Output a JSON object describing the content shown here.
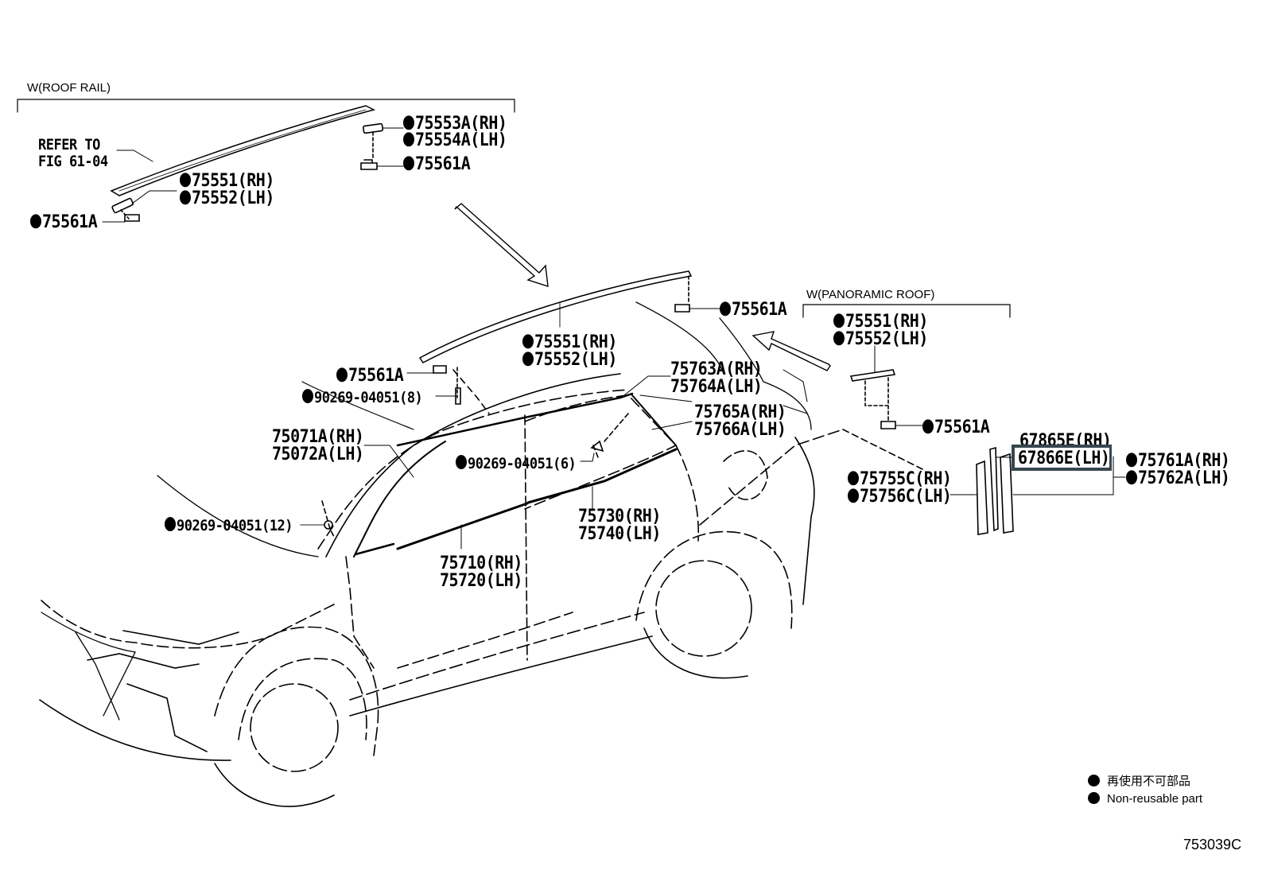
{
  "sections": {
    "roof_rail": "W(ROOF RAIL)",
    "panoramic_roof": "W(PANORAMIC ROOF)"
  },
  "refer_note": [
    "REFER TO",
    "FIG 61-04"
  ],
  "callouts": {
    "roof_rail_75553A": {
      "text": "75553A(RH)",
      "nonreusable": true
    },
    "roof_rail_75554A": {
      "text": "75554A(LH)",
      "nonreusable": true
    },
    "roof_rail_75561A_rear": {
      "text": "75561A",
      "nonreusable": true
    },
    "roof_rail_75551": {
      "text": "75551(RH)",
      "nonreusable": true
    },
    "roof_rail_75552": {
      "text": "75552(LH)",
      "nonreusable": true
    },
    "roof_rail_75561A_front": {
      "text": "75561A",
      "nonreusable": true
    },
    "main_75561A_rear": {
      "text": "75561A",
      "nonreusable": true
    },
    "main_75551": {
      "text": "75551(RH)",
      "nonreusable": true
    },
    "main_75552": {
      "text": "75552(LH)",
      "nonreusable": true
    },
    "main_75561A_front": {
      "text": "75561A",
      "nonreusable": true
    },
    "clip_8": {
      "text": "90269-04051(8)",
      "nonreusable": true
    },
    "clip_6": {
      "text": "90269-04051(6)",
      "nonreusable": true
    },
    "clip_12": {
      "text": "90269-04051(12)",
      "nonreusable": true
    },
    "p75763A": {
      "text": "75763A(RH)",
      "nonreusable": false
    },
    "p75764A": {
      "text": "75764A(LH)",
      "nonreusable": false
    },
    "p75765A": {
      "text": "75765A(RH)",
      "nonreusable": false
    },
    "p75766A": {
      "text": "75766A(LH)",
      "nonreusable": false
    },
    "p75071A": {
      "text": "75071A(RH)",
      "nonreusable": false
    },
    "p75072A": {
      "text": "75072A(LH)",
      "nonreusable": false
    },
    "p75730": {
      "text": "75730(RH)",
      "nonreusable": false
    },
    "p75740": {
      "text": "75740(LH)",
      "nonreusable": false
    },
    "p75710": {
      "text": "75710(RH)",
      "nonreusable": false
    },
    "p75720": {
      "text": "75720(LH)",
      "nonreusable": false
    },
    "pano_75551": {
      "text": "75551(RH)",
      "nonreusable": true
    },
    "pano_75552": {
      "text": "75552(LH)",
      "nonreusable": true
    },
    "pano_75561A": {
      "text": "75561A",
      "nonreusable": true
    },
    "p67865E": {
      "text": "67865E(RH)",
      "nonreusable": false
    },
    "p67866E": {
      "text": "67866E(LH)",
      "nonreusable": false,
      "highlighted": true
    },
    "p75755C": {
      "text": "75755C(RH)",
      "nonreusable": true
    },
    "p75756C": {
      "text": "75756C(LH)",
      "nonreusable": true
    },
    "p75761A": {
      "text": "75761A(RH)",
      "nonreusable": true
    },
    "p75762A": {
      "text": "75762A(LH)",
      "nonreusable": true
    }
  },
  "legend": {
    "items": [
      {
        "symbol": "filled-circle",
        "text": "再使用不可部品"
      },
      {
        "symbol": "filled-circle",
        "text": "Non-reusable part"
      }
    ]
  },
  "figure_id": "753039C",
  "highlight_color": "#37474f"
}
